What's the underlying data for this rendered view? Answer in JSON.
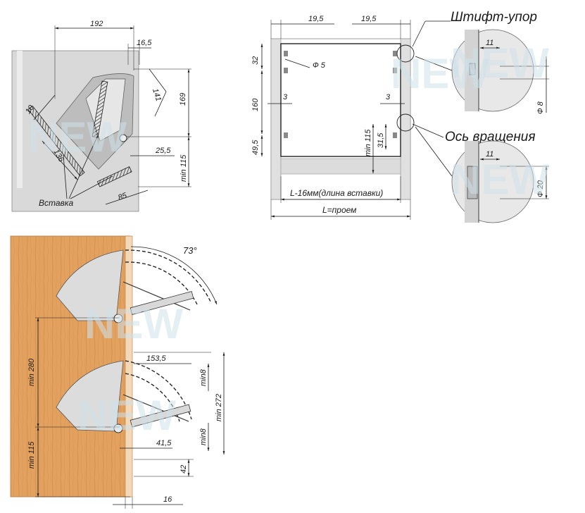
{
  "panel_a": {
    "dims": {
      "d192": "192",
      "d16_5": "16,5",
      "d10": "10",
      "d141": "141",
      "d169": "169",
      "d136": "136",
      "d25_5": "25,5",
      "min115": "min 115",
      "d85": "85"
    },
    "label_insert": "Вставка"
  },
  "panel_b": {
    "dims": {
      "d19_5_left": "19,5",
      "d19_5_right": "19,5",
      "d32": "32",
      "phi5": "Ф 5",
      "d160": "160",
      "d3_left": "3",
      "d3_right": "3",
      "d49_5": "49,5",
      "min115": "min 115",
      "d31_5": "31,5",
      "l_insert": "L-16мм(длина вставки)",
      "l_opening": "L=проем"
    },
    "label_pin": "Штифт-упор",
    "label_axis": "Ось вращения"
  },
  "detail_top": {
    "d11": "11",
    "phi8": "Ф 8"
  },
  "detail_bottom": {
    "d11": "11",
    "phi20": "Ф 20"
  },
  "panel_c": {
    "dims": {
      "angle": "73°",
      "d153_5": "153,5",
      "min8_top": "min8",
      "min272": "min 272",
      "min280": "min 280",
      "min8_bottom": "min8",
      "d41_5": "41,5",
      "min115": "min 115",
      "d42": "42",
      "d16": "16"
    }
  },
  "watermark": "NEW"
}
